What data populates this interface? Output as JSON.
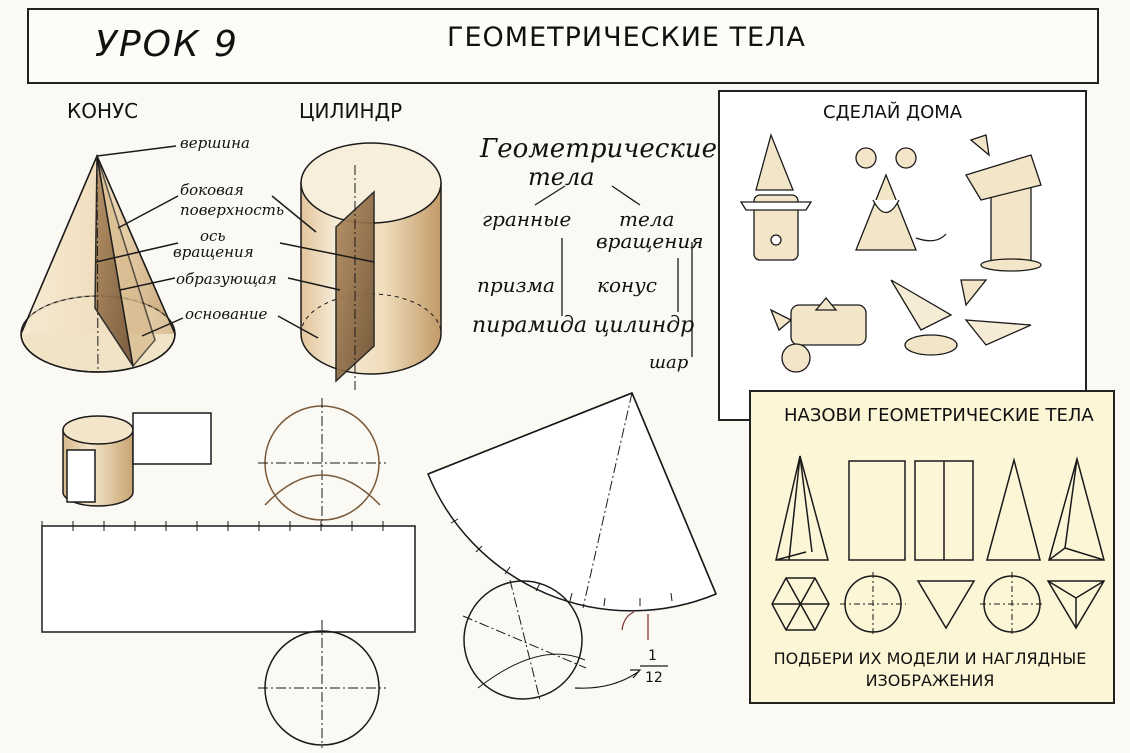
{
  "header": {
    "lesson": "УРОК 9",
    "title": "ГЕОМЕТРИЧЕСКИЕ ТЕЛА"
  },
  "solids": {
    "cone": "КОНУС",
    "cylinder": "ЦИЛИНДР"
  },
  "cone_labels": {
    "apex": "вершина",
    "lateral_surface": [
      "боковая",
      "поверхность"
    ],
    "axis": [
      "ось",
      "вращения"
    ],
    "generatrix": "образующая",
    "base": "основание"
  },
  "classification": {
    "root": [
      "Геометрические",
      "тела"
    ],
    "polyhedra": {
      "title": "гранные",
      "items": [
        "призма",
        "пирамида"
      ]
    },
    "revolution": {
      "title": [
        "тела",
        "вращения"
      ],
      "items": [
        "конус",
        "цилиндр",
        "шар"
      ]
    }
  },
  "home_box": {
    "title": "СДЕЛАЙ ДОМА"
  },
  "name_box": {
    "title": "НАЗОВИ ГЕОМЕТРИЧЕСКИЕ ТЕЛА",
    "footer": [
      "ПОДБЕРИ ИХ МОДЕЛИ И НАГЛЯДНЫЕ",
      "ИЗОБРАЖЕНИЯ"
    ]
  },
  "fraction": {
    "numerator": "1",
    "denominator": "12"
  },
  "colors": {
    "ink": "#1a1a1a",
    "wash_light": "#f0e3c8",
    "wash_mid": "#d9bd93",
    "wash_dark": "#8c6a44",
    "name_box_bg": "#fcf6d7"
  }
}
